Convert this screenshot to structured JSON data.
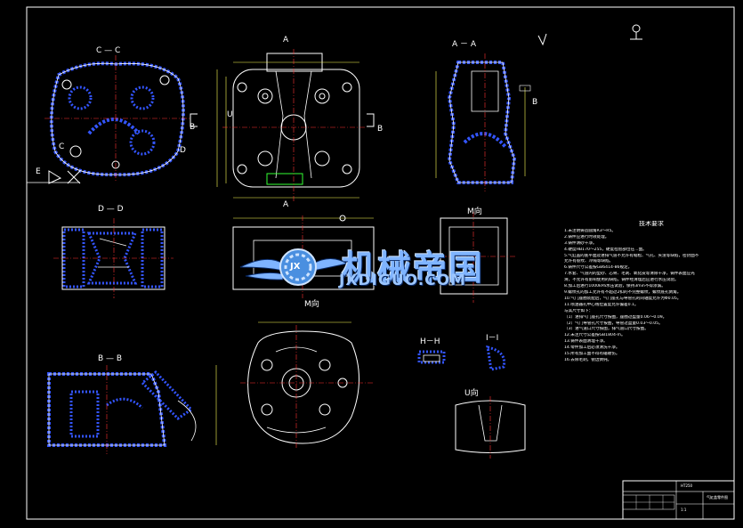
{
  "views": {
    "cc": "C — C",
    "a_top": "A",
    "aa": "A － A",
    "dd": "D — D",
    "a_mid": "A",
    "m_view": "M向",
    "bb": "B — B",
    "hh": "H－H",
    "ii": "I－I",
    "u_view": "U向",
    "b_left": "B",
    "b_right": "B",
    "b_right2": "B",
    "c_mark": "C",
    "d_mark": "D",
    "e_mark": "E",
    "u_mark": "U",
    "m_bottom": "M向"
  },
  "watermark": {
    "cn": "机械帝国",
    "en": "JXDIGUO.COM",
    "badge": "JX"
  },
  "notes": {
    "title": "技术要求",
    "lines": [
      "1.未注明铸造圆角R3～R5。",
      "2.铸件应进行时效处理。",
      "3.铸件清砂干净。",
      "4.硬度HB170～255，硬度检验部位在...面。",
      "5.气缸盖的底平面及进排气道不允许有缩松、气孔、夹渣等缺陷，密封面不",
      "允许有裂纹、冷隔等缺陷。",
      "6.铸件尺寸公差按GB6414-86规定。",
      "7.水套、气道内的型砂、芯骨、毛刺、氧化皮等清除干净，铸件表面应光",
      "滑，不允许有影响使用的缺陷，铸件经清理后应进行水压试验。",
      "8.加工后进行1000kPa水压试验，保持3min不得渗漏。",
      "9.螺纹孔的加工允许有不超过2扣的不完整螺纹，螺纹底孔倒角。",
      "10.气门座圈装配后，气门座孔与导管孔的同轴度允许为Φ0.05。",
      "11.喷油器孔中心线位置度允许偏差0.1。",
      "与其尺寸如下：",
      "（1）进排气门座孔尺寸按图，座圈过盈量0.06～0.09。",
      "（2）气门导管孔尺寸按图，导管过盈量0.03～0.05。",
      "（3）进气道口尺寸按图，排气道口尺寸按图。",
      "12.未注尺寸公差按GB1804-m。",
      "13.铸件表面清理干净。",
      "14.零件加工后必须清洗干净。",
      "15.所有加工面不得有磕碰伤。",
      "16.去除毛刺，锐边倒钝。"
    ]
  },
  "title_block": {
    "part": "HT250",
    "name": "气缸盖零件图",
    "scale": "1:1"
  },
  "colors": {
    "background": "#000000",
    "line": "#ffffff",
    "section": "#3355ff",
    "dim": "#ffff55",
    "center": "#ff3333",
    "green": "#33ff33"
  }
}
